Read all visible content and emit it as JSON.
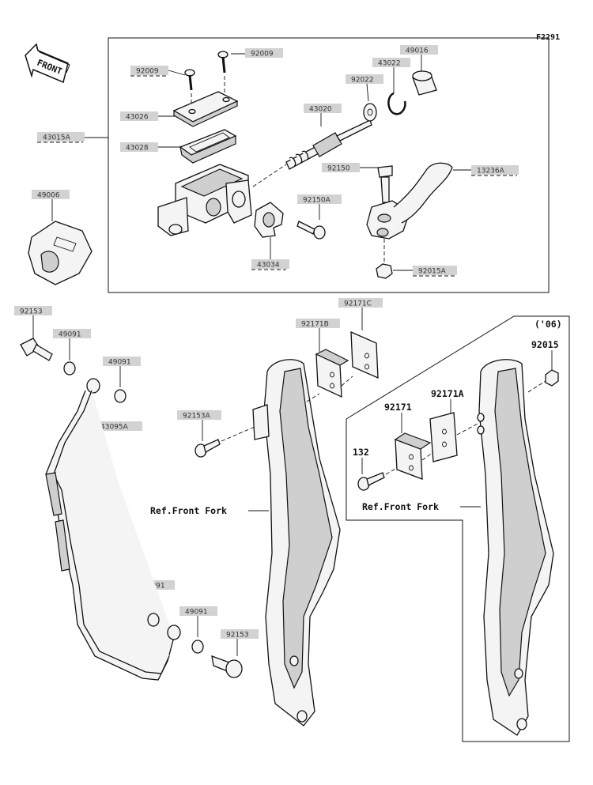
{
  "diagram_code": "F2291",
  "front_arrow_label": "FRONT",
  "year_label": "('06)",
  "ref_label": "Ref.Front Fork",
  "parts": {
    "p92009a": "92009",
    "p92009b": "92009",
    "p43026": "43026",
    "p43015A": "43015A",
    "p43028": "43028",
    "p49006": "49006",
    "p43020": "43020",
    "p43022": "43022",
    "p49016": "49016",
    "p92022": "92022",
    "p92150": "92150",
    "p13236A": "13236A",
    "p92150A": "92150A",
    "p43034": "43034",
    "p92015A": "92015A",
    "p92153a": "92153",
    "p49091a": "49091",
    "p49091b": "49091",
    "p43095A": "43095A",
    "p92153A": "92153A",
    "p92171B": "92171B",
    "p92171C": "92171C",
    "p49091c": "49091",
    "p49091d": "49091",
    "p92153b": "92153",
    "p92015": "92015",
    "p92171A": "92171A",
    "p92171": "92171",
    "p132": "132"
  }
}
